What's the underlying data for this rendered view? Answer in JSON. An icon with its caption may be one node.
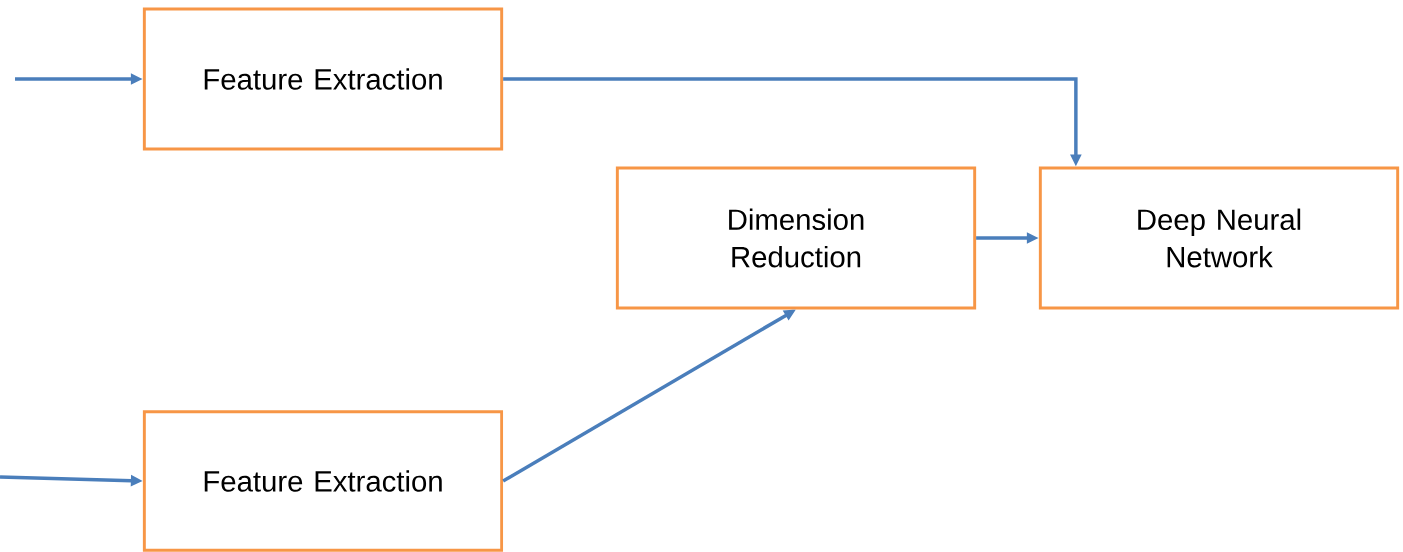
{
  "diagram": {
    "nodes": [
      {
        "text": [
          "Feature Extraction"
        ]
      },
      {
        "text": [
          "Feature Extraction"
        ]
      },
      {
        "text": [
          "Dimension Reduction"
        ]
      },
      {
        "text": [
          "Deep Neural Network"
        ]
      }
    ],
    "edges": [
      {
        "from": null,
        "to": 0,
        "arrow": "to"
      },
      {
        "from": null,
        "to": 1,
        "arrow": "to"
      },
      {
        "from": 0,
        "to": 3,
        "arrow": "to"
      },
      {
        "from": 1,
        "to": 2,
        "arrow": "to"
      },
      {
        "from": 2,
        "to": 3,
        "arrow": "to"
      }
    ]
  }
}
